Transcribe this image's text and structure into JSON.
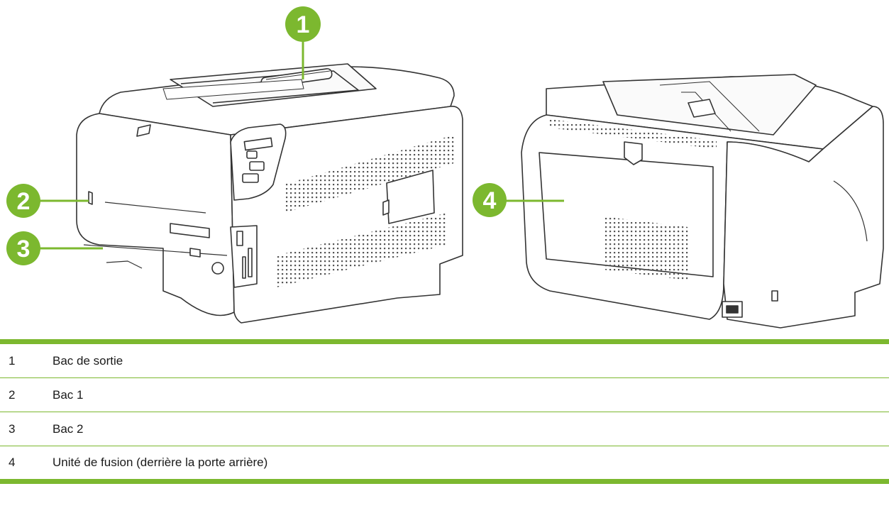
{
  "callouts": [
    {
      "number": "1"
    },
    {
      "number": "2"
    },
    {
      "number": "3"
    },
    {
      "number": "4"
    }
  ],
  "legend": {
    "rows": [
      {
        "num": "1",
        "label": "Bac de sortie"
      },
      {
        "num": "2",
        "label": "Bac 1"
      },
      {
        "num": "3",
        "label": "Bac 2"
      },
      {
        "num": "4",
        "label": "Unité de fusion (derrière la porte arrière)"
      }
    ]
  },
  "colors": {
    "accent": "#7cb82f",
    "outline": "#333333"
  }
}
